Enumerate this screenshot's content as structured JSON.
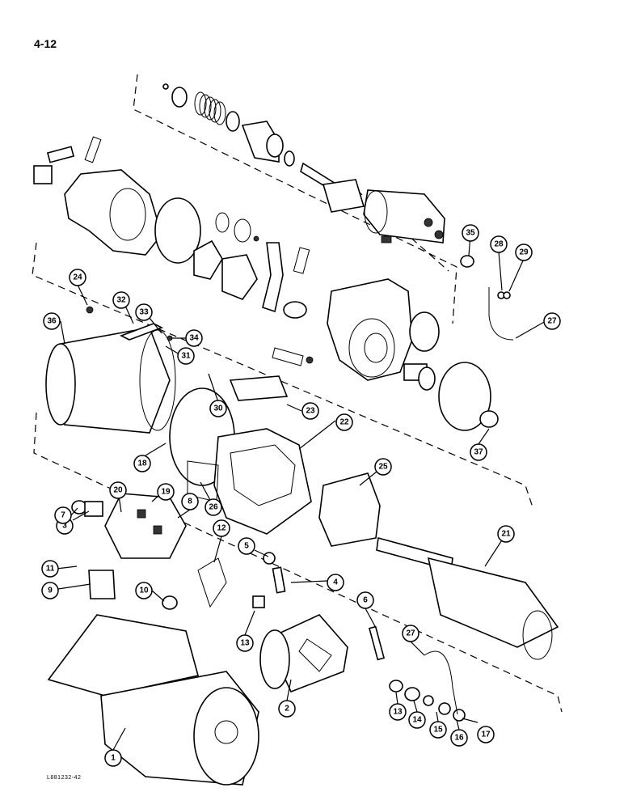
{
  "page_number": "4-12",
  "figure_code": "L881232-42",
  "callouts": [
    "1",
    "2",
    "3",
    "4",
    "5",
    "6",
    "7",
    "8",
    "9",
    "10",
    "11",
    "12",
    "13",
    "13",
    "14",
    "15",
    "16",
    "17",
    "18",
    "19",
    "20",
    "21",
    "22",
    "23",
    "24",
    "25",
    "26",
    "27",
    "27",
    "28",
    "29",
    "30",
    "31",
    "32",
    "33",
    "34",
    "35",
    "36",
    "37"
  ]
}
